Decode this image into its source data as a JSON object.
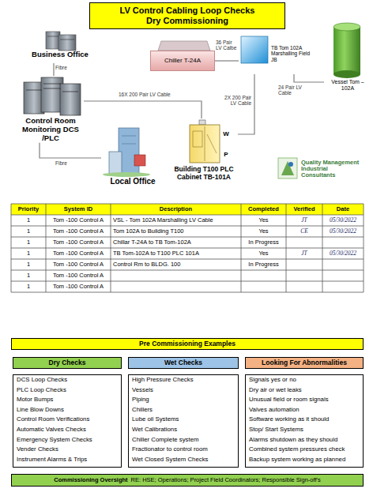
{
  "diagram": {
    "nodes": [
      {
        "text": [
          "LV Control Cabling Loop Checks",
          "Dry Commissioning"
        ]
      },
      {
        "text": [
          "Business Office"
        ]
      },
      {
        "text": [
          "Chiller T-24A"
        ]
      },
      {
        "text": [
          "TB Tom 102A Marshalling Field JB"
        ]
      },
      {
        "text": [
          "Vessel Tom – 102A"
        ]
      },
      {
        "text": [
          "Control Room Monitoring DCS /PLC"
        ]
      },
      {
        "text": [
          "Local Office"
        ]
      },
      {
        "text": [
          "Building T100 PLC Cabinet TB-101A"
        ]
      },
      {
        "text": [
          "Pre Commissioning Examples"
        ]
      },
      {
        "text": [
          "Dry Checks"
        ]
      },
      {
        "text": [
          "Wet Checks"
        ]
      },
      {
        "text": [
          "Looking For Abnormalities"
        ]
      },
      {
        "text": [
          "DCS Loop Checks",
          "PLC Loop Checks",
          "Motor Bumps",
          "Line Blow Downs",
          "Control Room Verifications",
          "Automatic Valves Checks",
          "Emergency System Checks",
          "Vender Checks",
          "Instrument Alarms & Trips"
        ]
      },
      {
        "text": [
          "High Pressure Checks",
          "Vessels",
          "Piping",
          "Chillers",
          "Lube oil Systems",
          "Wet Calibrations",
          "Chiller Complete system",
          "Fractionator to control room",
          "Wet Closed System Checks"
        ]
      },
      {
        "text": [
          "Signals yes or no",
          "Dry air or wet leaks",
          "Unusual field or room signals",
          "Valves automation",
          "Software working as it should",
          "Stop/ Start Systems",
          "Alarms shutdown as they should",
          "Combined system pressures check",
          "Backup system working as planned"
        ]
      },
      {
        "text": [
          "Commissioning Oversight",
          "RE: HSE; Operations; Project Field Coordinators; Responsible Sign-off's"
        ]
      }
    ],
    "edges": [
      {
        "from": 1,
        "to": 5,
        "label": "Fibre",
        "arrow": "none"
      },
      {
        "from": 2,
        "to": 3,
        "label": "36 Pair LV Calbe",
        "arrow": "none"
      },
      {
        "from": 3,
        "to": 4,
        "label": "24 Pair LV Cable",
        "arrow": "none"
      },
      {
        "from": 5,
        "to": 7,
        "label": "16X 200 Pair LV Cable",
        "arrow": "none"
      },
      {
        "from": 3,
        "to": 7,
        "label": "2X 200 Pair LV Cable",
        "arrow": "none"
      },
      {
        "from": 5,
        "to": 6,
        "label": "Fibre",
        "arrow": "none"
      }
    ],
    "labels": [
      "W",
      "P",
      "Priority",
      "System ID",
      "Description",
      "Completed",
      "Verified",
      "Date",
      "1",
      "Tom -100 Control A",
      "VSL - Tom 102A Marshalling LV Cable",
      "Yes",
      "JT",
      "05/30/2022",
      "1",
      "Tom -100 Control A",
      "Tom 102A to Building T100",
      "Yes",
      "CE",
      "05/30/2022",
      "1",
      "Tom -100 Control A",
      "Chillar T-24A to TB Tom-102A",
      "In Progress",
      "1",
      "Tom -100 Control A",
      "TB Tom-102A to T100 PLC 101A",
      "Yes",
      "JT",
      "05/30/2022",
      "1",
      "Tom -100 Control A",
      "Control Rm to BLDG. 100",
      "In Progress",
      "1",
      "Tom -100 Control A",
      "1",
      "Tom -100 Control A",
      "Quality Management Industrial Consultants"
    ]
  }
}
